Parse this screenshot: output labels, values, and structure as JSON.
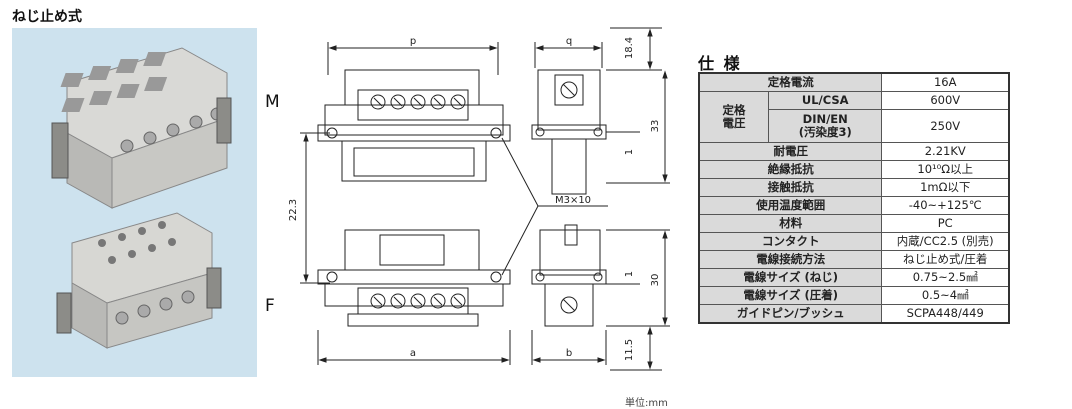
{
  "page_title": "ねじ止め式",
  "labels": {
    "male": "M",
    "female": "F"
  },
  "unit_note": "単位:mm",
  "dimensions": {
    "p": "p",
    "q": "q",
    "a": "a",
    "b": "b",
    "top_gap": "18.4",
    "height_m": "33",
    "one_m": "1",
    "pitch": "22.3",
    "screw": "M3×10",
    "height_f": "30",
    "one_f": "1",
    "bottom_gap": "11.5"
  },
  "spec": {
    "title": "仕 様",
    "rated_current": {
      "label": "定格電流",
      "value": "16A"
    },
    "rated_voltage": {
      "label": "定格\n電圧",
      "ul_label": "UL/CSA",
      "ul_value": "600V",
      "din_label": "DIN/EN\n(汚染度3)",
      "din_value": "250V"
    },
    "rows": [
      {
        "label": "耐電圧",
        "value": "2.21KV"
      },
      {
        "label": "絶縁抵抗",
        "value": "10¹⁰Ω以上"
      },
      {
        "label": "接触抵抗",
        "value": "1mΩ以下"
      },
      {
        "label": "使用温度範囲",
        "value": "-40~+125℃"
      },
      {
        "label": "材料",
        "value": "PC"
      },
      {
        "label": "コンタクト",
        "value": "内蔵/CC2.5 (別売)"
      },
      {
        "label": "電線接続方法",
        "value": "ねじ止め式/圧着"
      },
      {
        "label": "電線サイズ (ねじ)",
        "value": "0.75~2.5㎟"
      },
      {
        "label": "電線サイズ (圧着)",
        "value": "0.5~4㎟"
      },
      {
        "label": "ガイドピン/ブッシュ",
        "value": "SCPA448/449"
      }
    ]
  }
}
